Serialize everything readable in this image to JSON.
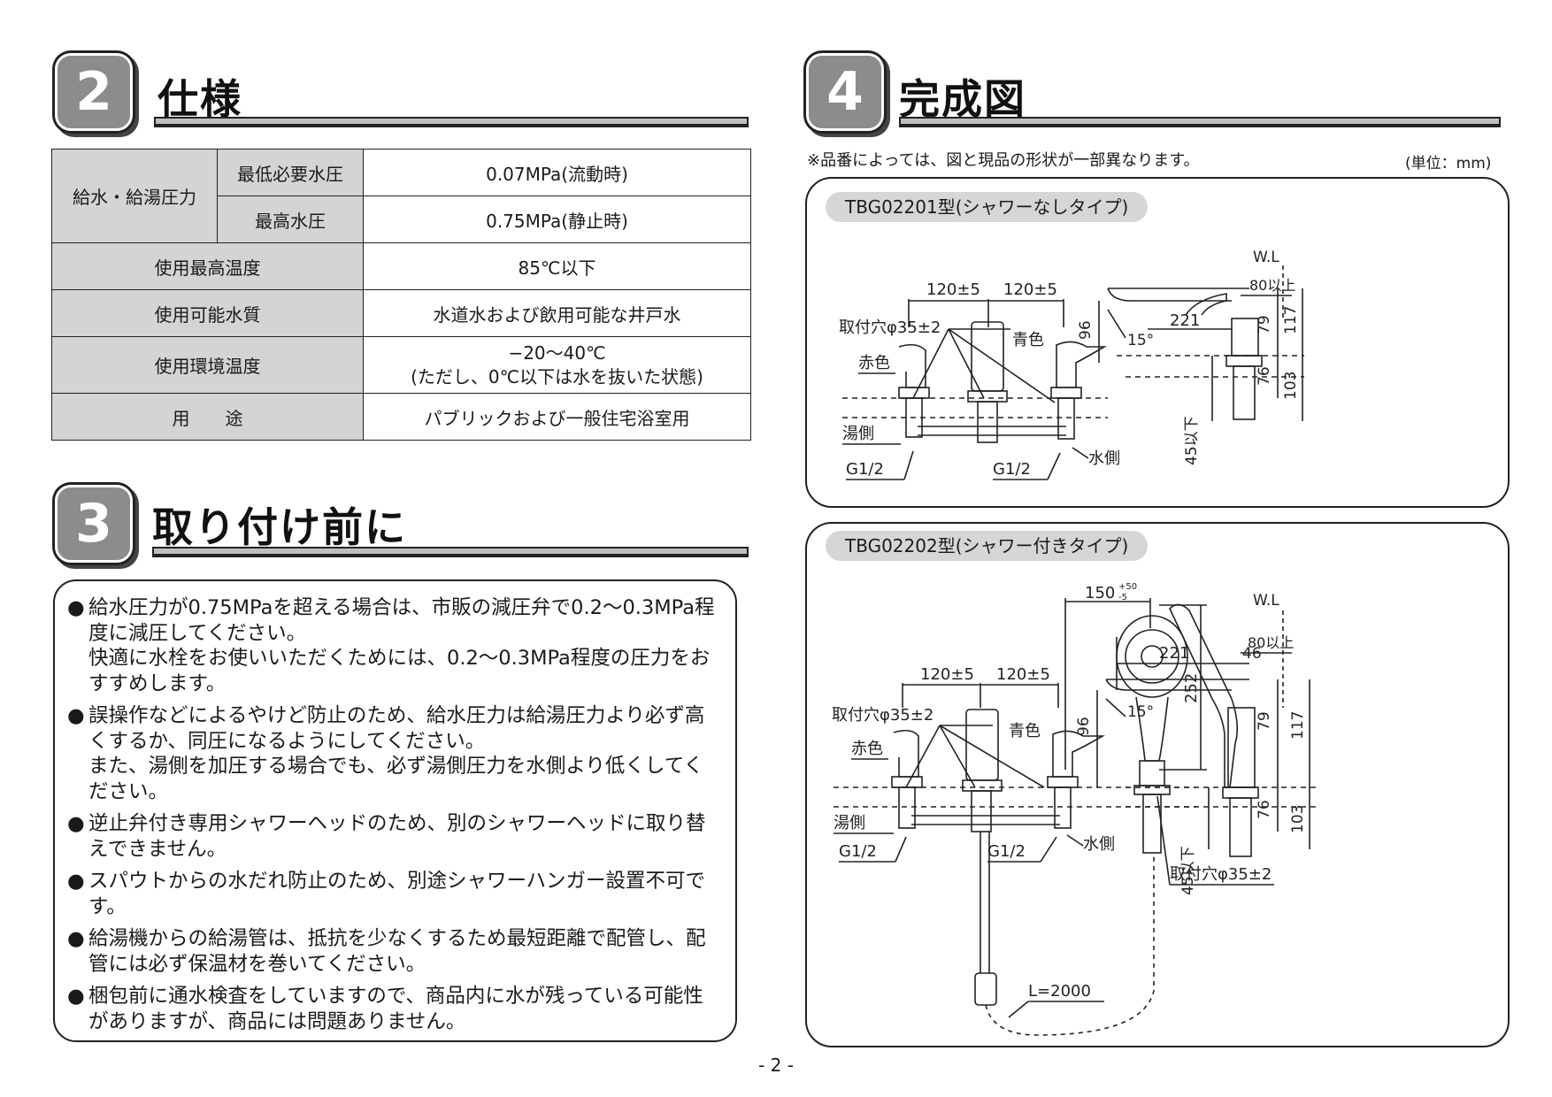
{
  "sections": {
    "spec": {
      "number": "2",
      "title": "仕様"
    },
    "before": {
      "number": "3",
      "title": "取り付け前に"
    },
    "completion": {
      "number": "4",
      "title": "完成図"
    }
  },
  "spec_table": {
    "group_label": "給水・給湯圧力",
    "rows": [
      {
        "label": "最低必要水圧",
        "value": "0.07MPa(流動時)"
      },
      {
        "label": "最高水圧",
        "value": "0.75MPa(静止時)"
      },
      {
        "label": "使用最高温度",
        "value": "85℃以下"
      },
      {
        "label": "使用可能水質",
        "value": "水道水および飲用可能な井戸水"
      },
      {
        "label": "使用環境温度",
        "value": "−20〜40℃",
        "value2": "(ただし、0℃以下は水を抜いた状態)"
      },
      {
        "label": "用　　途",
        "value": "パブリックおよび一般住宅浴室用"
      }
    ]
  },
  "notes": [
    "給水圧力が0.75MPaを超える場合は、市販の減圧弁で0.2〜0.3MPa程度に減圧してください。\n快適に水栓をお使いいただくためには、0.2〜0.3MPa程度の圧力をおすすめします。",
    "誤操作などによるやけど防止のため、給水圧力は給湯圧力より必ず高くするか、同圧になるようにしてください。\nまた、湯側を加圧する場合でも、必ず湯側圧力を水側より低くしてください。",
    "逆止弁付き専用シャワーヘッドのため、別のシャワーヘッドに取り替えできません。",
    "スパウトからの水だれ防止のため、別途シャワーハンガー設置不可です。",
    "給湯機からの給湯管は、抵抗を少なくするため最短距離で配管し、配管には必ず保温材を巻いてください。",
    "梱包前に通水検査をしていますので、商品内に水が残っている可能性がありますが、商品には問題ありません。"
  ],
  "note_bullet": "●",
  "completion": {
    "caption": "※品番によっては、図と現品の形状が一部異なります。",
    "unit": "(単位：mm)",
    "panel1": {
      "tag": "TBG02201型(シャワーなしタイプ)",
      "labels": {
        "dim1": "120±5",
        "dim2": "120±5",
        "hole": "取付穴φ35±2",
        "red": "赤色",
        "blue": "青色",
        "hot": "湯側",
        "cold": "水側",
        "g_left": "G1/2",
        "g_right": "G1/2",
        "wl": "W.L",
        "over80": "80以上",
        "d221": "221",
        "d96": "96",
        "d15": "15°",
        "d79": "79",
        "d117": "117",
        "d76": "76",
        "d103": "103",
        "d45": "45以下"
      }
    },
    "panel2": {
      "tag": "TBG02202型(シャワー付きタイプ)",
      "labels": {
        "d150": "150",
        "d150_tol_upper": "+50",
        "d150_tol_lower": "-5",
        "dim1": "120±5",
        "dim2": "120±5",
        "hole": "取付穴φ35±2",
        "hole2": "取付穴φ35±2",
        "red": "赤色",
        "blue": "青色",
        "hot": "湯側",
        "cold": "水側",
        "g_left": "G1/2",
        "g_right": "G1/2",
        "d252": "252",
        "hose": "L=2000",
        "wl": "W.L",
        "over80": "80以上",
        "d221": "221",
        "d46": "46",
        "d96": "96",
        "d15": "15°",
        "d79": "79",
        "d117": "117",
        "d76": "76",
        "d103": "103",
        "d45": "45以下"
      }
    }
  },
  "page_number": "- 2 -"
}
